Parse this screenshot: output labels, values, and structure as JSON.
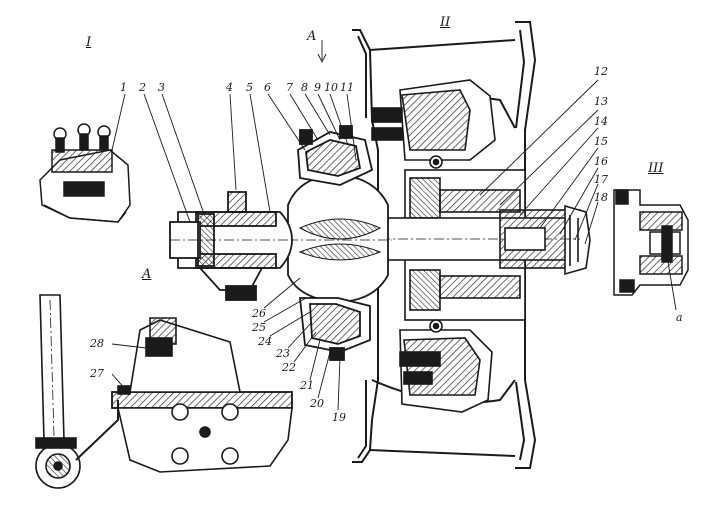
{
  "header_fragment": "",
  "views": {
    "I": "I",
    "II": "II",
    "III": "III",
    "A_section": "A",
    "A_arrow": "A"
  },
  "callouts": {
    "n1": "1",
    "n2": "2",
    "n3": "3",
    "n4": "4",
    "n5": "5",
    "n6": "6",
    "n7": "7",
    "n8": "8",
    "n9": "9",
    "n10": "10",
    "n11": "11",
    "n12": "12",
    "n13": "13",
    "n14": "14",
    "n15": "15",
    "n16": "16",
    "n17": "17",
    "n18": "18",
    "n19": "19",
    "n20": "20",
    "n21": "21",
    "n22": "22",
    "n23": "23",
    "n24": "24",
    "n25": "25",
    "n26": "26",
    "n27": "27",
    "n28": "28",
    "a": "a"
  },
  "colors": {
    "ink": "#1a1a1a",
    "hatch": "#2a2a2a",
    "paper": "#ffffff"
  }
}
